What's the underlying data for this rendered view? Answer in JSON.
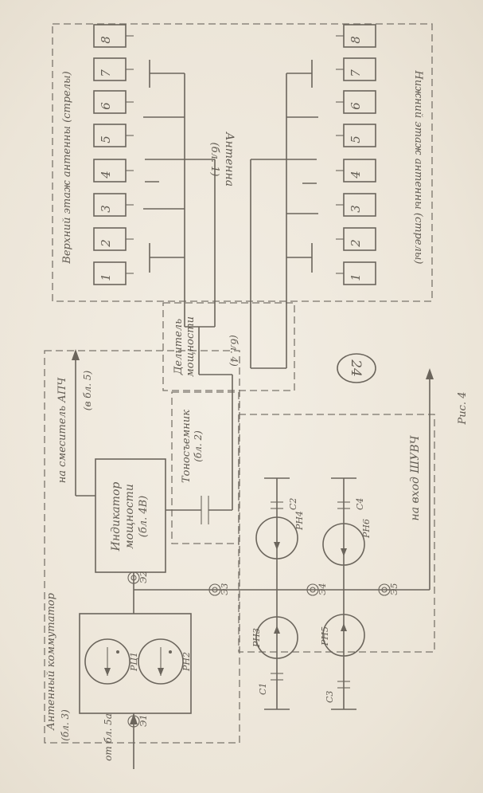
{
  "labels": {
    "antenna": "Антенна",
    "antenna_block": "(бл. 1)",
    "upper_floor": "Верхний этаж антенны (стрелы)",
    "lower_floor": "Нижний этаж антенны (стрелы)",
    "power_divider_1": "Делитель",
    "power_divider_2": "мощности",
    "power_divider_block": "(бл. 4)",
    "tone_emitter": "Тоносъемник",
    "tone_emitter_block": "(бл. 2)",
    "power_indicator_1": "Индикатор",
    "power_indicator_2": "мощности",
    "power_indicator_block": "(бл. 4В)",
    "to_mixer": "на смеситель АПЧ",
    "to_mixer_block": "(в бл. 5)",
    "antenna_switch": "Антенный коммутатор",
    "antenna_switch_block": "(бл. 3)",
    "from_block": "от бл. 5а",
    "to_input": "на вход ШУВЧ",
    "page_number": "24",
    "figure_caption": "Рис. 4"
  },
  "elements": {
    "upper_elements": [
      "1",
      "2",
      "3",
      "4",
      "5",
      "6",
      "7",
      "8"
    ],
    "lower_elements": [
      "1",
      "2",
      "3",
      "4",
      "5",
      "6",
      "7",
      "8"
    ],
    "connectors": [
      "Э1",
      "Э2",
      "Э3",
      "Э4",
      "Э5"
    ],
    "circulators": [
      "РЦ1",
      "РН2",
      "РН3",
      "РН4",
      "РН5",
      "РН6"
    ],
    "capacitors": [
      "С1",
      "С2",
      "С3",
      "С4"
    ]
  }
}
